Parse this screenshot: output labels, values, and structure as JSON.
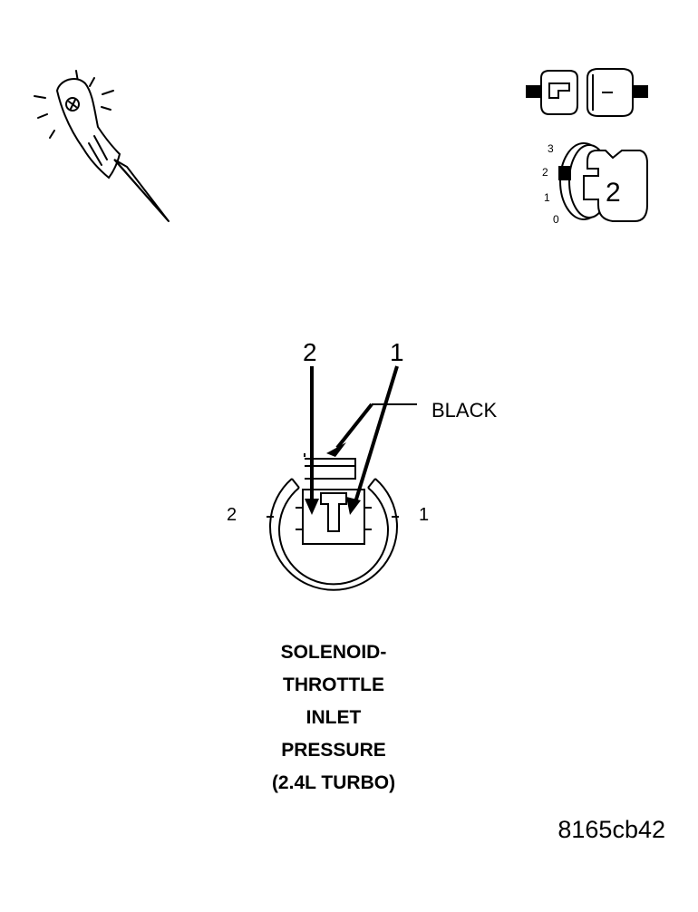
{
  "key_state": {
    "positions": [
      "3",
      "2",
      "1",
      "0"
    ],
    "selected": "2"
  },
  "connector": {
    "pin_left_label": "2",
    "pin_right_label": "1",
    "callout_top_left": "2",
    "callout_top_right": "1",
    "color_label": "BLACK"
  },
  "caption": {
    "lines": [
      "SOLENOID-",
      "THROTTLE",
      "INLET",
      "PRESSURE",
      "(2.4L TURBO)"
    ]
  },
  "figure_id": "8165cb42",
  "icons": {
    "probe": "test-probe-icon",
    "unplug": "connector-disconnected-icon",
    "ignition": "ignition-key-icon"
  }
}
